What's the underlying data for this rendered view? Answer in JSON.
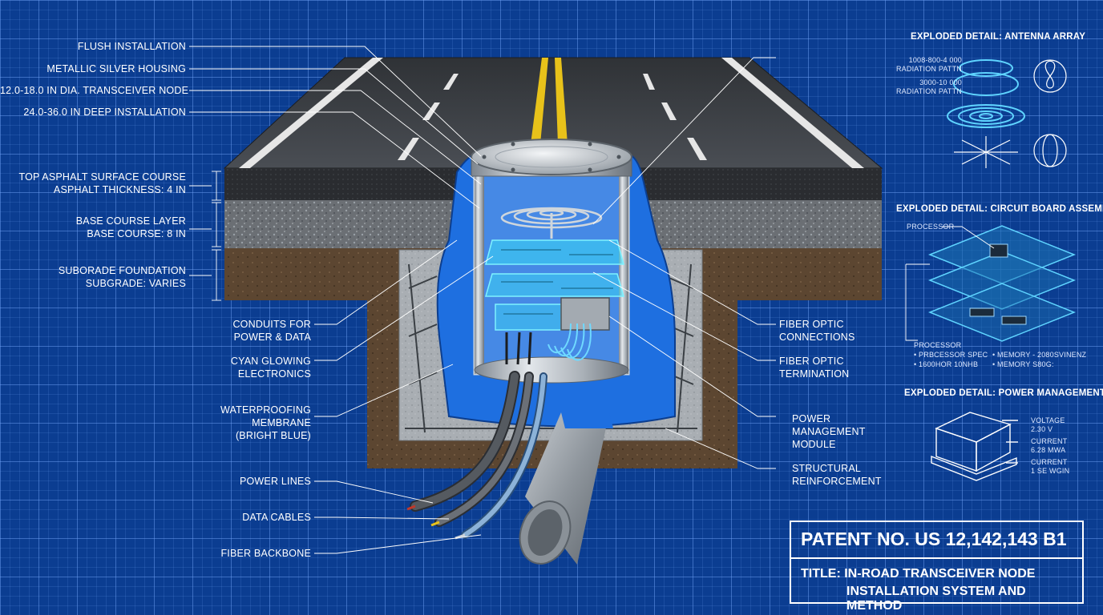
{
  "left_labels": {
    "flush_installation": "FLUSH INSTALLATION",
    "metallic_housing": "METALLIC SILVER HOUSING",
    "diameter": "12.0-18.0 IN DIA. TRANSCEIVER NODE",
    "depth": "24.0-36.0 IN DEEP INSTALLATION",
    "asphalt_1": "TOP ASPHALT SURFACE COURSE",
    "asphalt_2": "ASPHALT THICKNESS: 4 IN",
    "base_1": "BASE COURSE LAYER",
    "base_2": "BASE COURSE: 8 IN",
    "subgrade_1": "SUBORADE FOUNDATION",
    "subgrade_2": "SUBGRADE: VARIES",
    "conduits_1": "CONDUITS FOR",
    "conduits_2": "POWER & DATA",
    "cyan_1": "CYAN GLOWING",
    "cyan_2": "ELECTRONICS",
    "membrane_1": "WATERPROOFING",
    "membrane_2": "MEMBRANE",
    "membrane_3": "(BRIGHT BLUE)",
    "power_lines": "POWER LINES",
    "data_cables": "DATA CABLES",
    "fiber_backbone": "FIBER BACKBONE"
  },
  "right_labels": {
    "fiber_conn_1": "FIBER OPTIC",
    "fiber_conn_2": "CONNECTIONS",
    "fiber_term_1": "FIBER OPTIC",
    "fiber_term_2": "TERMINATION",
    "power_mgmt_1": "POWER",
    "power_mgmt_2": "MANAGEMENT",
    "power_mgmt_3": "MODULE",
    "structural_1": "STRUCTURAL",
    "structural_2": "REINFORCEMENT"
  },
  "antenna_detail": {
    "header": "EXPLODED DETAIL: ANTENNA ARRAY",
    "label_1a": "1008-800-4 000",
    "label_1b": "RADIATION PATTN",
    "label_2a": "3000-10 000",
    "label_2b": "RADIATION PATTN"
  },
  "circuit_detail": {
    "header": "EXPLODED DETAIL: CIRCUIT BOARD ASSEMBLY",
    "processor_top": "PROCESSOR",
    "processor_label": "PROCESSOR",
    "spec_1": "• PRBCESSOR SPEC",
    "spec_2": "• 1600HOR 10NHB",
    "mem_1": "• MEMORY - 2080SVINENZ",
    "mem_2": "• MEMORY  S80G:"
  },
  "power_detail": {
    "header": "EXPLODED DETAIL: POWER MANAGEMENT",
    "voltage_1": "VOLTAGE",
    "voltage_2": "2.30 V",
    "current_1": "CURRENT",
    "current_2": "6.28 MWA",
    "current_3": "CURRENT",
    "current_4": "1 SE WGIN"
  },
  "patent": {
    "number": "PATENT NO. US 12,142,143 B1",
    "title_line_1": "TITLE:  IN-ROAD TRANSCEIVER NODE",
    "title_line_2": "INSTALLATION SYSTEM AND METHOD"
  },
  "colors": {
    "background": "#0b3d91",
    "membrane": "#1e6fe0",
    "electronics": "#3fe6ff",
    "asphalt": "#3a3d42",
    "soil": "#5a4430",
    "concrete": "#a8adb2",
    "road_center_line": "#e8c21a"
  }
}
